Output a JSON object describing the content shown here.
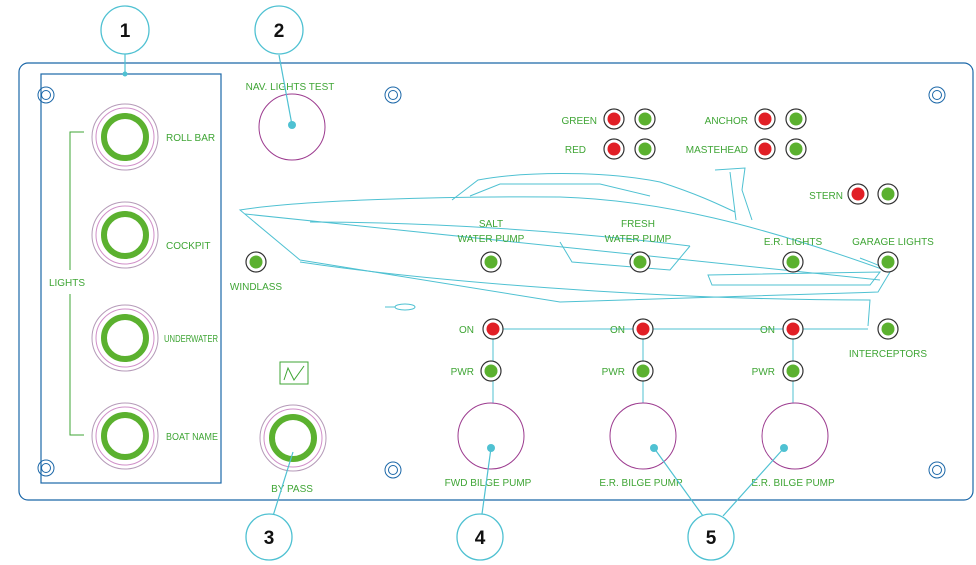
{
  "colors": {
    "panel_border": "#1b67a8",
    "label_green": "#3fa535",
    "led_green": "#5bb12f",
    "led_red": "#e11f26",
    "knob_ring": "#9c3b8f",
    "boat_outline": "#4fc1d2",
    "callout_line": "#4fc1d2"
  },
  "callouts": [
    "1",
    "2",
    "3",
    "4",
    "5"
  ],
  "lights_group": {
    "label": "LIGHTS",
    "switches": [
      "ROLL BAR",
      "COCKPIT",
      "UNDERWATER",
      "BOAT NAME"
    ]
  },
  "nav_test": {
    "label": "NAV. LIGHTS TEST"
  },
  "bypass": {
    "label": "BY PASS",
    "icon": "wiper-icon"
  },
  "windlass": {
    "label": "WINDLASS"
  },
  "nav_indicators": {
    "green": "GREEN",
    "red": "RED",
    "anchor": "ANCHOR",
    "masthead": "MASTEHEAD",
    "stern": "STERN"
  },
  "pumps": {
    "salt_water": [
      "SALT",
      "WATER PUMP"
    ],
    "fresh_water": [
      "FRESH",
      "WATER PUMP"
    ],
    "er_lights": "E.R. LIGHTS",
    "garage_lights": "GARAGE LIGHTS",
    "interceptors": "INTERCEPTORS"
  },
  "bilge": {
    "on": "ON",
    "pwr": "PWR",
    "fwd": "FWD BILGE PUMP",
    "er1": "E.R. BILGE PUMP",
    "er2": "E.R. BILGE PUMP"
  }
}
